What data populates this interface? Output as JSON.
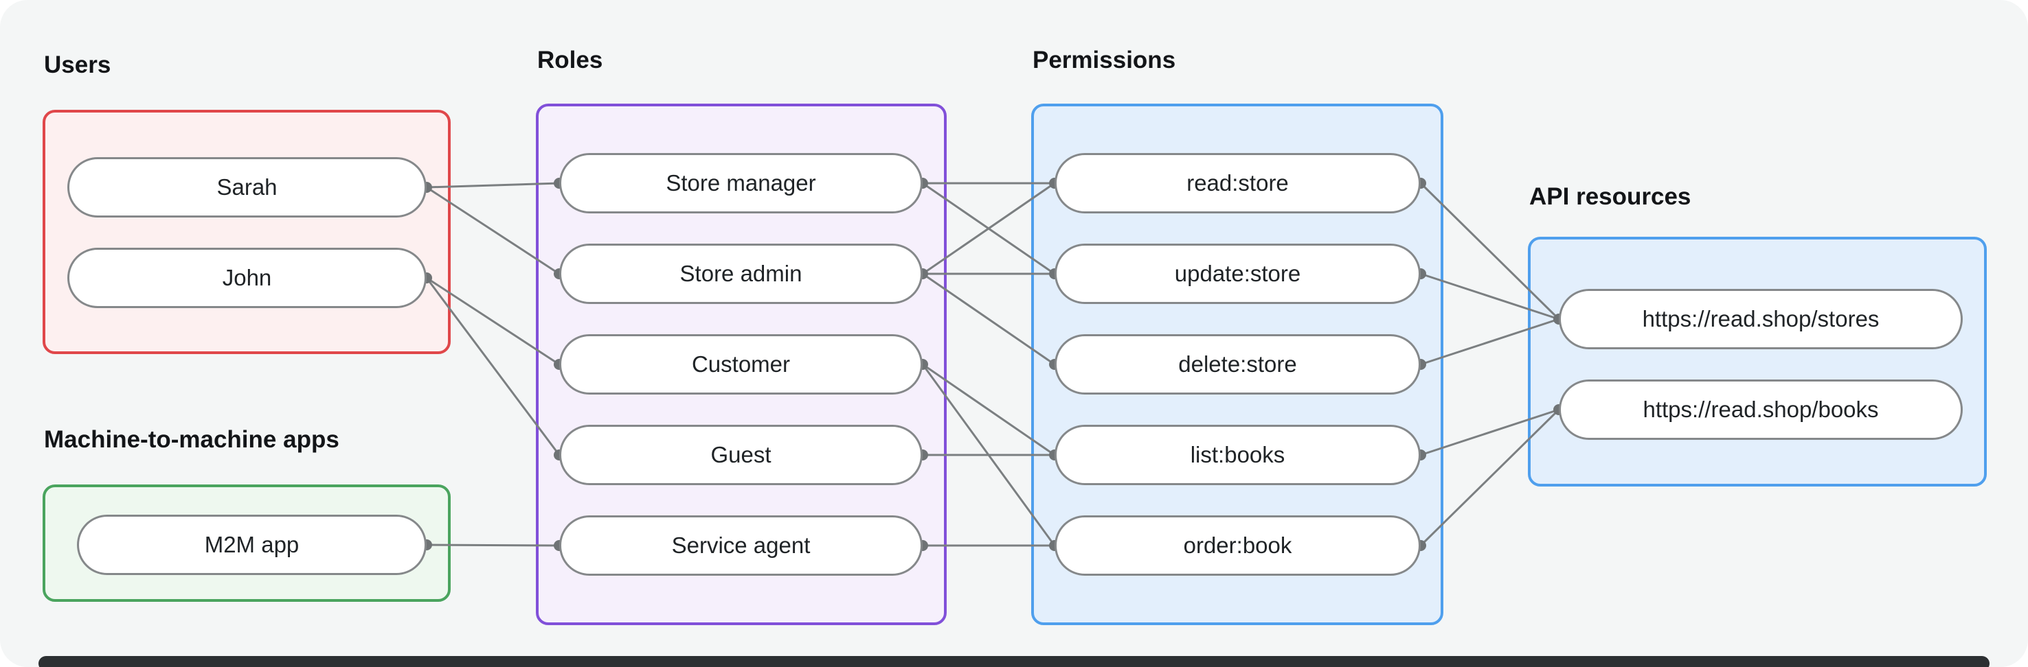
{
  "groups": {
    "users": {
      "label": "Users",
      "nodes": [
        {
          "id": "sarah",
          "label": "Sarah"
        },
        {
          "id": "john",
          "label": "John"
        }
      ]
    },
    "m2m": {
      "label": "Machine-to-machine apps",
      "nodes": [
        {
          "id": "m2m-app",
          "label": "M2M app"
        }
      ]
    },
    "roles": {
      "label": "Roles",
      "nodes": [
        {
          "id": "store-manager",
          "label": "Store manager"
        },
        {
          "id": "store-admin",
          "label": "Store admin"
        },
        {
          "id": "customer",
          "label": "Customer"
        },
        {
          "id": "guest",
          "label": "Guest"
        },
        {
          "id": "service-agent",
          "label": "Service agent"
        }
      ]
    },
    "permissions": {
      "label": "Permissions",
      "nodes": [
        {
          "id": "read-store",
          "label": "read:store"
        },
        {
          "id": "update-store",
          "label": "update:store"
        },
        {
          "id": "delete-store",
          "label": "delete:store"
        },
        {
          "id": "list-books",
          "label": "list:books"
        },
        {
          "id": "order-book",
          "label": "order:book"
        }
      ]
    },
    "api_resources": {
      "label": "API resources",
      "nodes": [
        {
          "id": "res-stores",
          "label": "https://read.shop/stores"
        },
        {
          "id": "res-books",
          "label": "https://read.shop/books"
        }
      ]
    }
  },
  "edges": [
    {
      "from": "sarah",
      "to": "store-manager"
    },
    {
      "from": "sarah",
      "to": "store-admin"
    },
    {
      "from": "john",
      "to": "customer"
    },
    {
      "from": "john",
      "to": "guest"
    },
    {
      "from": "m2m-app",
      "to": "service-agent"
    },
    {
      "from": "store-manager",
      "to": "read-store"
    },
    {
      "from": "store-manager",
      "to": "update-store"
    },
    {
      "from": "store-admin",
      "to": "read-store"
    },
    {
      "from": "store-admin",
      "to": "update-store"
    },
    {
      "from": "store-admin",
      "to": "delete-store"
    },
    {
      "from": "customer",
      "to": "list-books"
    },
    {
      "from": "customer",
      "to": "order-book"
    },
    {
      "from": "guest",
      "to": "list-books"
    },
    {
      "from": "service-agent",
      "to": "order-book"
    },
    {
      "from": "read-store",
      "to": "res-stores"
    },
    {
      "from": "update-store",
      "to": "res-stores"
    },
    {
      "from": "delete-store",
      "to": "res-stores"
    },
    {
      "from": "list-books",
      "to": "res-books"
    },
    {
      "from": "order-book",
      "to": "res-books"
    }
  ],
  "style": {
    "users_border": "#e0474a",
    "m2m_border": "#4aa45e",
    "roles_border": "#8150d9",
    "permissions_border": "#4f9fed",
    "api_border": "#4f9fed",
    "edge_color": "#7b7f81",
    "dot_color": "#6f7375",
    "background": "#f4f6f6"
  }
}
